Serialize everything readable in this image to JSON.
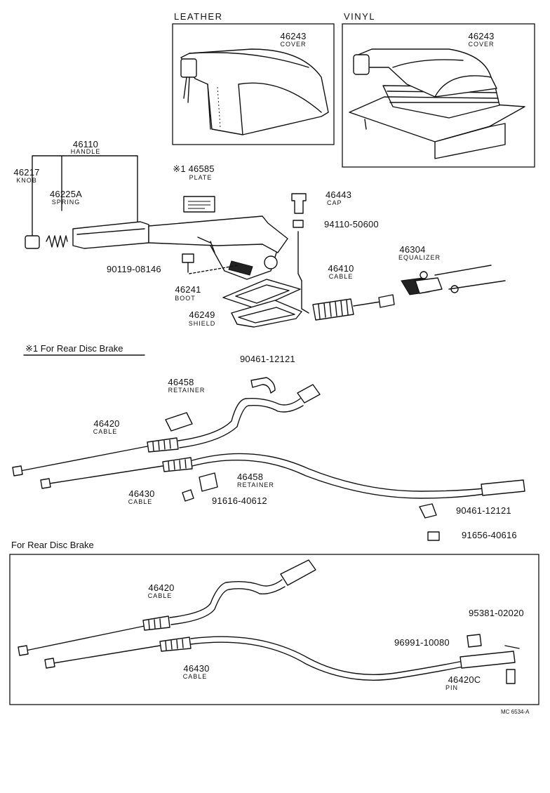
{
  "headers": {
    "leather": "LEATHER",
    "vinyl": "VINYL",
    "rear_disc_note": "※1 For Rear Disc Brake",
    "rear_disc_section": "For Rear Disc Brake"
  },
  "parts": {
    "cover_leather": {
      "number": "46243",
      "name": "COVER"
    },
    "cover_vinyl": {
      "number": "46243",
      "name": "COVER"
    },
    "handle": {
      "number": "46110",
      "name": "HANDLE"
    },
    "knob": {
      "number": "46217",
      "name": "KNOB"
    },
    "spring": {
      "number": "46225A",
      "name": "SPRING"
    },
    "plate": {
      "number": "※1 46585",
      "name": "PLATE"
    },
    "cap": {
      "number": "46443",
      "name": "CAP"
    },
    "nut": {
      "number": "94110-50600"
    },
    "bolt": {
      "number": "90119-08146"
    },
    "equalizer": {
      "number": "46304",
      "name": "EQUALIZER"
    },
    "cable_46410": {
      "number": "46410",
      "name": "CABLE"
    },
    "boot": {
      "number": "46241",
      "name": "BOOT"
    },
    "shield": {
      "number": "46249",
      "name": "SHIELD"
    },
    "clamp_top": {
      "number": "90461-12121"
    },
    "retainer_top": {
      "number": "46458",
      "name": "RETAINER"
    },
    "cable_46420": {
      "number": "46420",
      "name": "CABLE"
    },
    "cable_46430": {
      "number": "46430",
      "name": "CABLE"
    },
    "retainer_mid": {
      "number": "46458",
      "name": "RETAINER"
    },
    "bolt_91616": {
      "number": "91616-40612"
    },
    "clamp_right": {
      "number": "90461-12121"
    },
    "bolt_91656": {
      "number": "91656-40616"
    },
    "rd_cable_46420": {
      "number": "46420",
      "name": "CABLE"
    },
    "rd_cable_46430": {
      "number": "46430",
      "name": "CABLE"
    },
    "rd_pin_95381": {
      "number": "95381-02020"
    },
    "rd_clip_96991": {
      "number": "96991-10080"
    },
    "rd_pin_46420c": {
      "number": "46420C",
      "name": "PIN"
    }
  },
  "footer": {
    "code": "MC 6534-A"
  }
}
